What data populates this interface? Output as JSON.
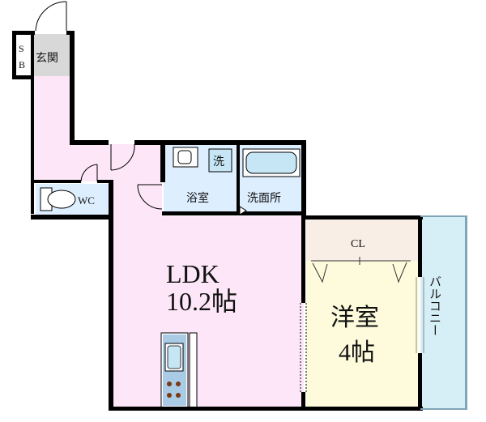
{
  "rooms": {
    "sb_line1": "S",
    "sb_line2": "B",
    "genkan": "玄関",
    "wc": "WC",
    "bath": "浴室",
    "washroom": "洗面所",
    "washer": "洗",
    "ldk_name": "LDK",
    "ldk_size": "10.2帖",
    "closet": "CL",
    "western_name": "洋室",
    "western_size": "4帖",
    "balcony": "バルコニー"
  },
  "colors": {
    "wall": "#000000",
    "hall_floor": "#fce6f7",
    "genkan_floor": "#d8d8d8",
    "wet_floor": "#ddeeff",
    "wet_fixture": "#c6e6f6",
    "closet_floor": "#f8eee6",
    "western_floor": "#fdfbdc",
    "balcony_floor": "#d6eef6",
    "kitchen_counter": "#aacbe6",
    "stove": "#7a3a12"
  }
}
